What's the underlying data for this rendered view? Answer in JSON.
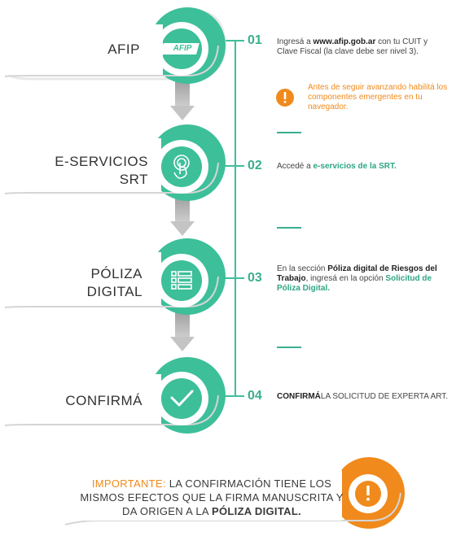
{
  "steps": [
    {
      "num": "01",
      "label_lines": [
        "AFIP"
      ],
      "icon": "afip-logo",
      "logo_text": "AFIP"
    },
    {
      "num": "02",
      "label_lines": [
        "E-SERVICIOS",
        "SRT"
      ],
      "icon": "touch-icon"
    },
    {
      "num": "03",
      "label_lines": [
        "PÓLIZA",
        "DIGITAL"
      ],
      "icon": "list-icon"
    },
    {
      "num": "04",
      "label_lines": [
        "CONFIRMÁ"
      ],
      "icon": "check-icon"
    }
  ],
  "desc1": {
    "a": "Ingresá a ",
    "b": "www.afip.gob.ar",
    "c": " con tu CUIT y Clave Fiscal (la clave debe ser nivel 3)."
  },
  "warning": {
    "text": "Antes de seguir avanzando habilitá los componentes emergentes en tu navegador.",
    "icon": "!"
  },
  "desc2": {
    "a": "Accedé a ",
    "b": "e-servicios de la SRT."
  },
  "desc3": {
    "a": "En la sección ",
    "b": "Póliza digital de Riesgos del Trabajo",
    "c": ", ingresá en la opción ",
    "d": "Solicitud de Póliza Digital."
  },
  "desc4": {
    "a": "CONFIRMÁ",
    "b": "LA SOLICITUD DE EXPERTA ART."
  },
  "important": {
    "label": "IMPORTANTE:",
    "line1": " LA CONFIRMACIÓN TIENE LOS",
    "line2": "MISMOS  EFECTOS QUE LA FIRMA MANUSCRITA Y",
    "line3a": "DA ORIGEN A LA ",
    "line3b": "PÓLIZA DIGITAL.",
    "icon": "!"
  },
  "colors": {
    "green": "#3dbf9a",
    "dark_green": "#2fa583",
    "orange": "#f08a1c",
    "connector": "#c8c8c8"
  }
}
